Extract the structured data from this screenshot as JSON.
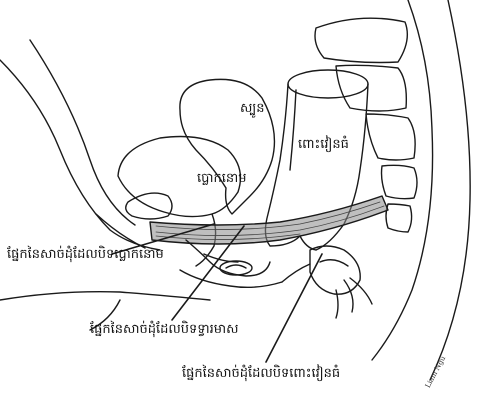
{
  "figure": {
    "labels": {
      "uterus": "ស្បូន",
      "rectum": "ពោះវៀនធំ",
      "bladder": "ប្លោកនោម",
      "bladder_muscle": "ផ្នែកនៃសាច់ដុំដែលបិទប្លោកនោម",
      "vagina_muscle": "ផ្នែកនៃសាច់ដុំដែលបិទទ្វារមាស",
      "rectum_muscle": "ផ្នែកនៃសាច់ដុំដែលបិទពោះវៀនធំ"
    },
    "signature": "Liam Ngu"
  },
  "colors": {
    "ink": "#1a1a1a",
    "muscle": "#777777",
    "background": "#ffffff"
  }
}
